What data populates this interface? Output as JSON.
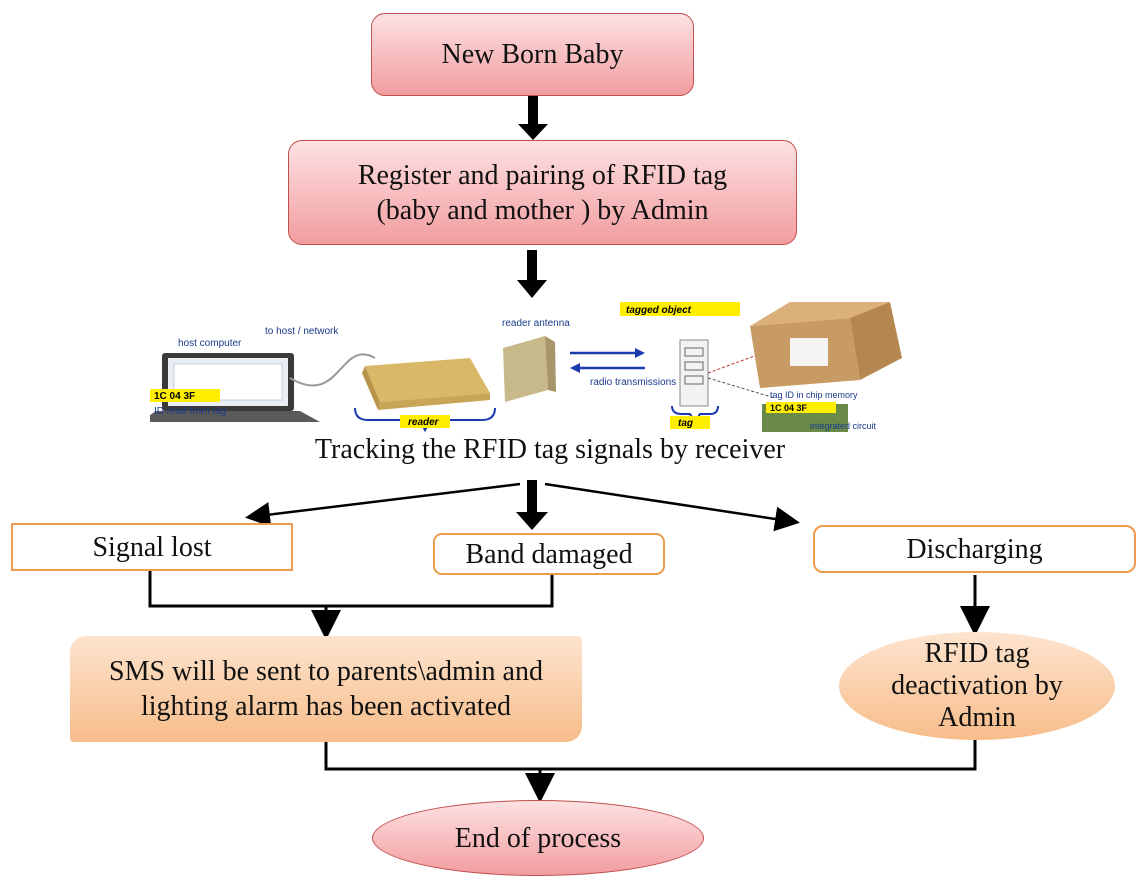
{
  "nodes": {
    "start": "New Born Baby",
    "register": "Register and pairing of RFID tag (baby and mother ) by Admin",
    "tracking": "Tracking the RFID tag signals by receiver",
    "signal_lost": "Signal lost",
    "band_damaged": "Band damaged",
    "discharging": "Discharging",
    "sms_alarm": "SMS will be sent to parents\\admin and lighting alarm has been activated",
    "deactivation": "RFID tag deactivation by Admin",
    "end": "End of process"
  },
  "rfid_illustration": {
    "host_computer": "host computer",
    "to_host": "to host / network",
    "reader_antenna": "reader antenna",
    "tagged_object": "tagged object",
    "radio": "radio transmissions",
    "tag_id_chip": "tag ID in chip memory",
    "integrated_circuit": "integrated circuit",
    "id_read": "ID read from tag",
    "id_value": "1C 04 3F",
    "reader": "reader",
    "tag": "tag"
  },
  "colors": {
    "pink_node": "#f29da0",
    "peach_node": "#f7bd8a",
    "orange_border": "#ee9b4e",
    "arrow": "#000000"
  }
}
